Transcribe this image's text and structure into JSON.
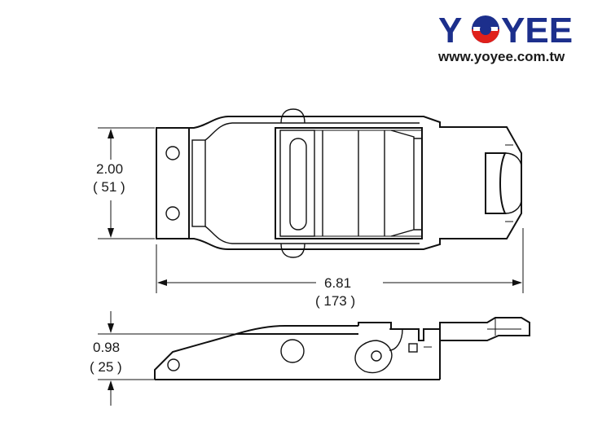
{
  "brand": {
    "name_left": "Y",
    "name_right": "YEE",
    "url": "www.yoyee.com.tw",
    "colors": {
      "navy": "#1c2f8c",
      "red": "#e0201b"
    }
  },
  "dimensions": {
    "width_in": "2.00",
    "width_mm": "( 51 )",
    "length_in": "6.81",
    "length_mm": "( 173 )",
    "height_in": "0.98",
    "height_mm": "( 25 )"
  }
}
